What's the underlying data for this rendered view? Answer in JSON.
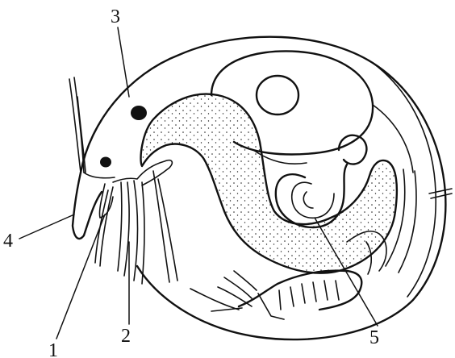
{
  "diagram": {
    "labels": {
      "one": "1",
      "two": "2",
      "three": "3",
      "four": "4",
      "five": "5"
    },
    "colors": {
      "ink": "#111111",
      "background": "#ffffff"
    }
  }
}
